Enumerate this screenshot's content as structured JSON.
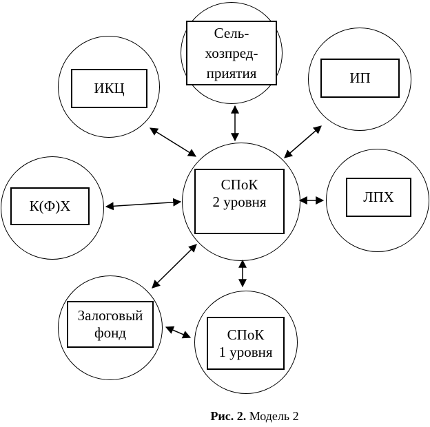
{
  "diagram": {
    "colors": {
      "background": "#ffffff",
      "line": "#000000",
      "box_fill": "#ffffff",
      "text": "#000000"
    },
    "nodes": [
      {
        "id": "selkhoz",
        "label": "Сель-\nхозпред-\nприятия"
      },
      {
        "id": "ikc",
        "label": "ИКЦ"
      },
      {
        "id": "ip",
        "label": "ИП"
      },
      {
        "id": "kfh",
        "label": "К(Ф)Х"
      },
      {
        "id": "lph",
        "label": "ЛПХ"
      },
      {
        "id": "spok2",
        "label": "СПоК\n2 уровня"
      },
      {
        "id": "zalog",
        "label": "Залоговый\nфонд"
      },
      {
        "id": "spok1",
        "label": "СПоК\n1 уровня"
      }
    ],
    "edges": [
      {
        "from": "ikc",
        "to": "spok2",
        "bidirectional": true
      },
      {
        "from": "selkhoz",
        "to": "spok2",
        "bidirectional": true
      },
      {
        "from": "ip",
        "to": "spok2",
        "bidirectional": true
      },
      {
        "from": "kfh",
        "to": "spok2",
        "bidirectional": true
      },
      {
        "from": "lph",
        "to": "spok2",
        "bidirectional": true
      },
      {
        "from": "zalog",
        "to": "spok2",
        "bidirectional": true
      },
      {
        "from": "spok1",
        "to": "spok2",
        "bidirectional": true
      },
      {
        "from": "zalog",
        "to": "spok1",
        "bidirectional": true
      }
    ],
    "caption": {
      "bold": "Рис. 2.",
      "regular": " Модель 2"
    }
  }
}
